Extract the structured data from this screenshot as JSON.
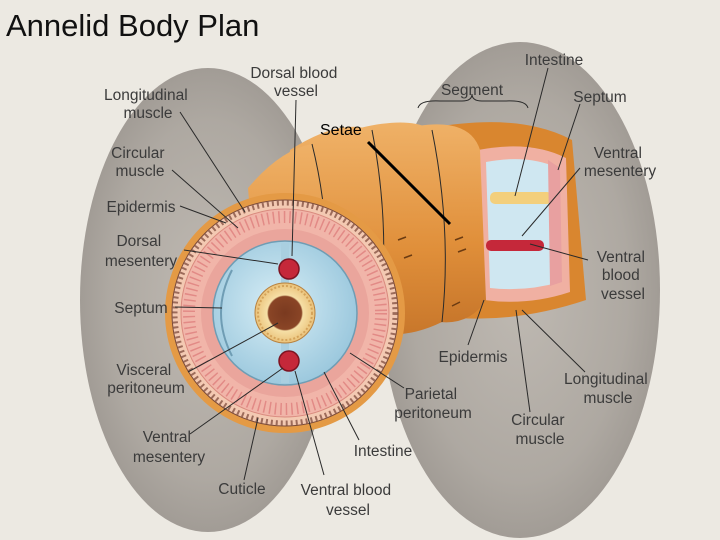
{
  "title": "Annelid Body Plan",
  "labels": {
    "longitudinal_muscle_left": [
      "Longitudinal",
      "muscle"
    ],
    "dorsal_blood_vessel": [
      "Dorsal blood",
      "vessel"
    ],
    "segment": "Segment",
    "intestine_top": "Intestine",
    "septum_right": "Septum",
    "setae": "Setae",
    "circular_muscle_left": [
      "Circular",
      "muscle"
    ],
    "ventral_mesentery_right": [
      "Ventral",
      "mesentery"
    ],
    "epidermis_left": "Epidermis",
    "dorsal_mesentery": [
      "Dorsal",
      "mesentery"
    ],
    "ventral_blood_vessel_right": [
      "Ventral",
      "blood",
      "vessel"
    ],
    "septum_left": "Septum",
    "epidermis_bottom": "Epidermis",
    "visceral_peritoneum": [
      "Visceral",
      "peritoneum"
    ],
    "longitudinal_muscle_right": [
      "Longitudinal",
      "muscle"
    ],
    "parietal_peritoneum": [
      "Parietal",
      "peritoneum"
    ],
    "ventral_mesentery_left": [
      "Ventral",
      "mesentery"
    ],
    "circular_muscle_right": [
      "Circular",
      "muscle"
    ],
    "intestine_bottom": "Intestine",
    "cuticle": "Cuticle",
    "ventral_blood_vessel_bottom": [
      "Ventral blood",
      "vessel"
    ]
  },
  "colors": {
    "background": "#ece9e2",
    "micrograph": "#a8a29b",
    "body_orange": "#e49a45",
    "muscle_pink": "#f1b5a9",
    "coelom_blue": "#b9dbe9",
    "blood_red": "#c5283a",
    "gut_yellow": "#f3cf7c"
  }
}
